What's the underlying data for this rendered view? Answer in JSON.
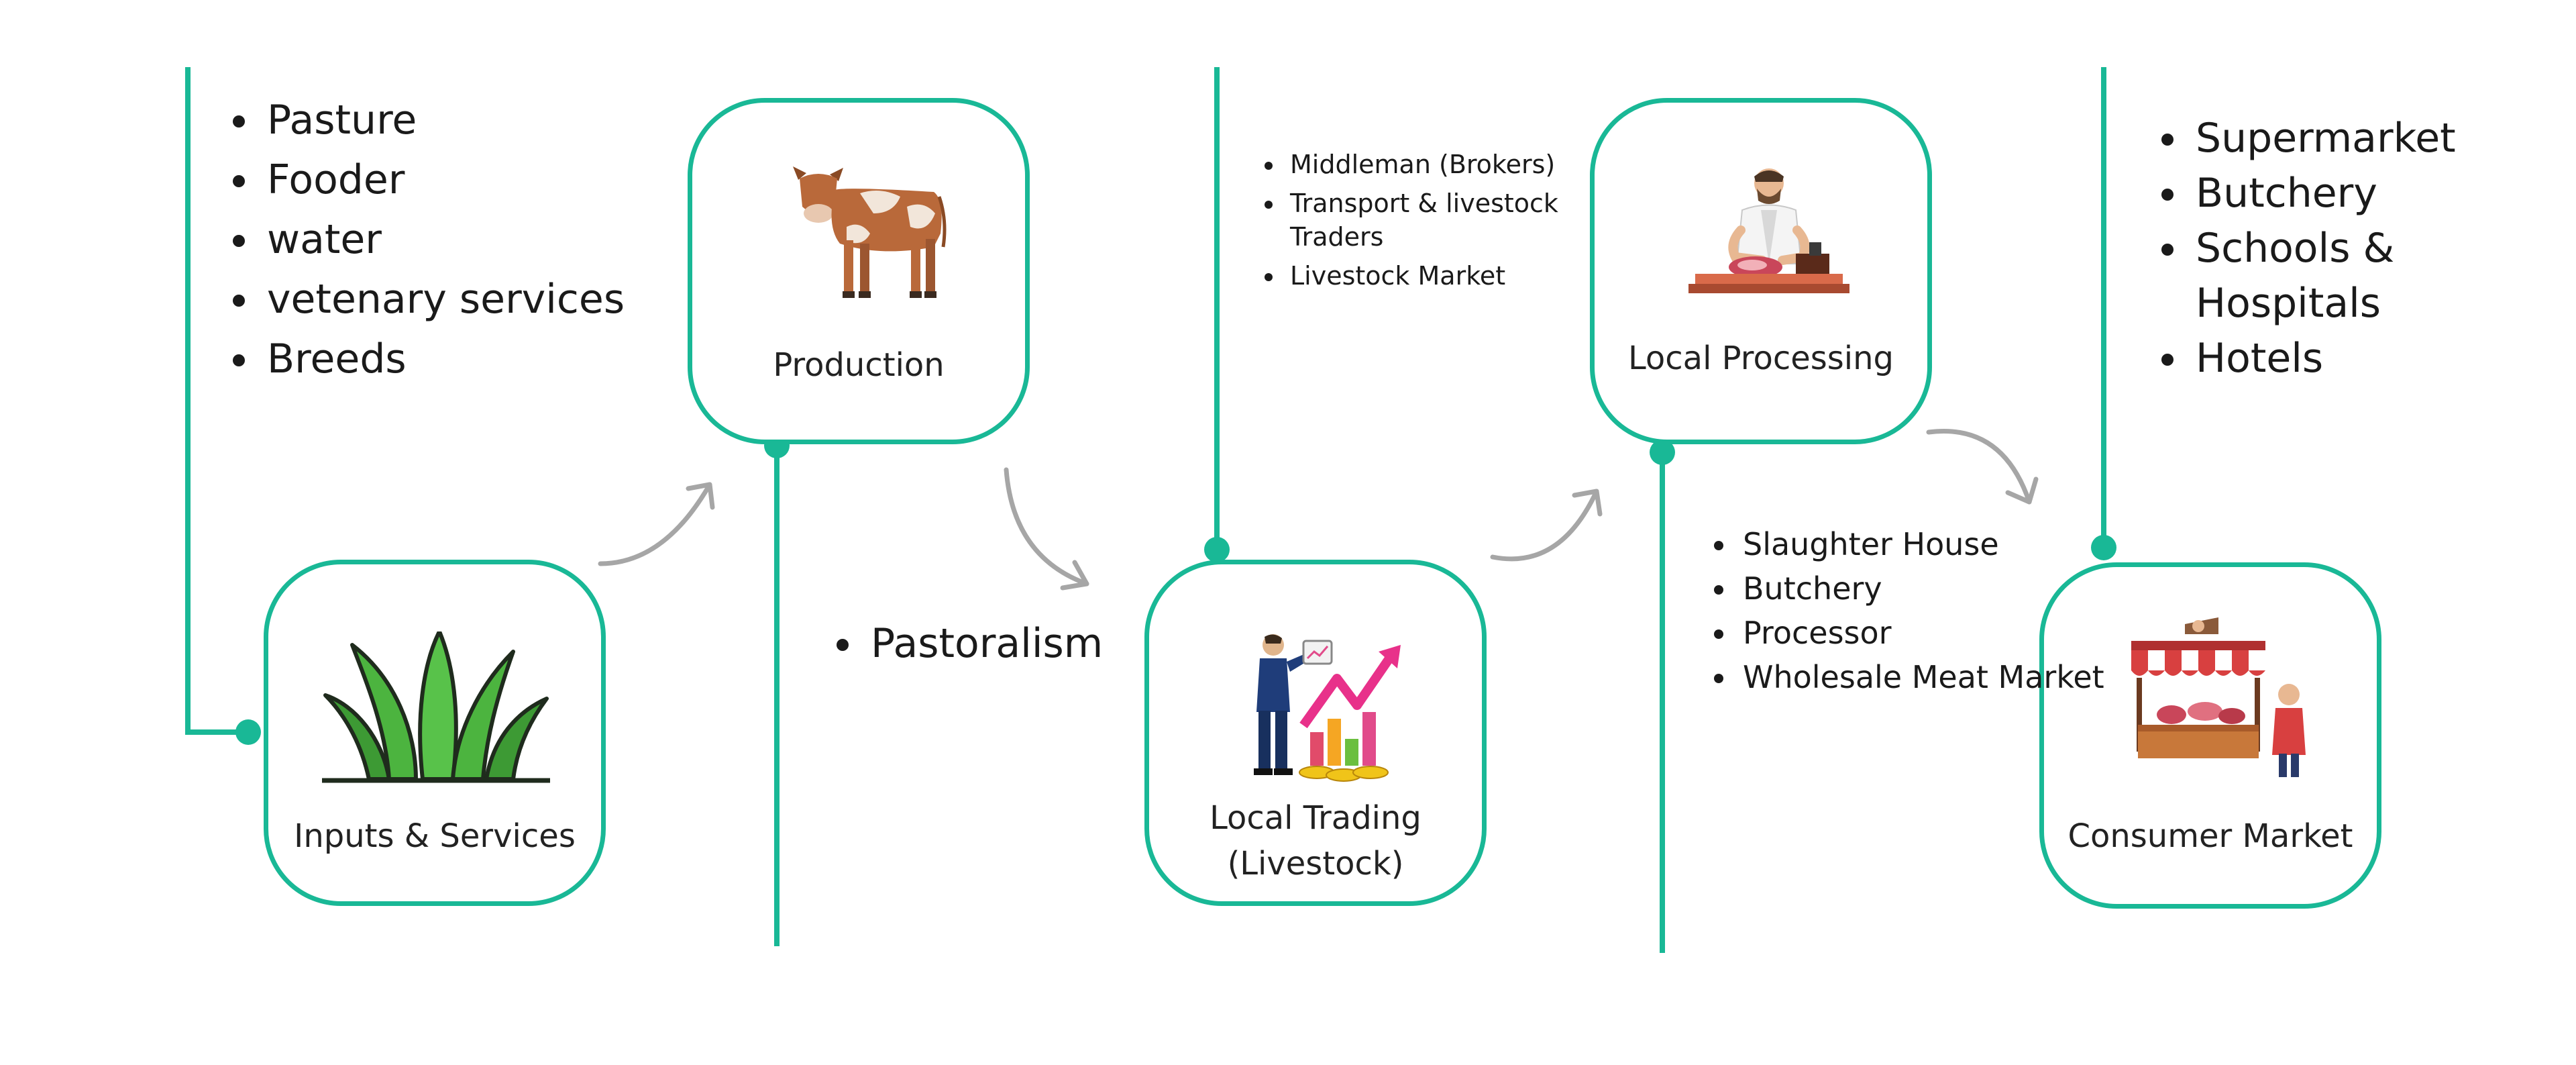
{
  "nodes": {
    "inputs": {
      "label": "Inputs & Services",
      "icon": "grass-icon"
    },
    "production": {
      "label": "Production",
      "icon": "cow-icon"
    },
    "trading": {
      "label_line1": "Local Trading",
      "label_line2": "(Livestock)",
      "icon": "trader-chart-icon"
    },
    "processing": {
      "label": "Local Processing",
      "icon": "butcher-icon"
    },
    "consumer": {
      "label": "Consumer Market",
      "icon": "market-stall-icon"
    }
  },
  "lists": {
    "inputs": [
      "Pasture",
      "Fooder",
      "water",
      "vetenary services",
      "Breeds"
    ],
    "production": [
      "Pastoralism"
    ],
    "trading": [
      "Middleman (Brokers)",
      "Transport & livestock Traders",
      "Livestock Market"
    ],
    "processing": [
      "Slaughter House",
      "Butchery",
      "Processor",
      "Wholesale Meat Market"
    ],
    "consumer": [
      "Supermarket",
      "Butchery",
      "Schools & Hospitals",
      "Hotels"
    ]
  },
  "colors": {
    "accent": "#19b896",
    "arrow": "#a6a6a6",
    "text": "#1a1a1a"
  }
}
